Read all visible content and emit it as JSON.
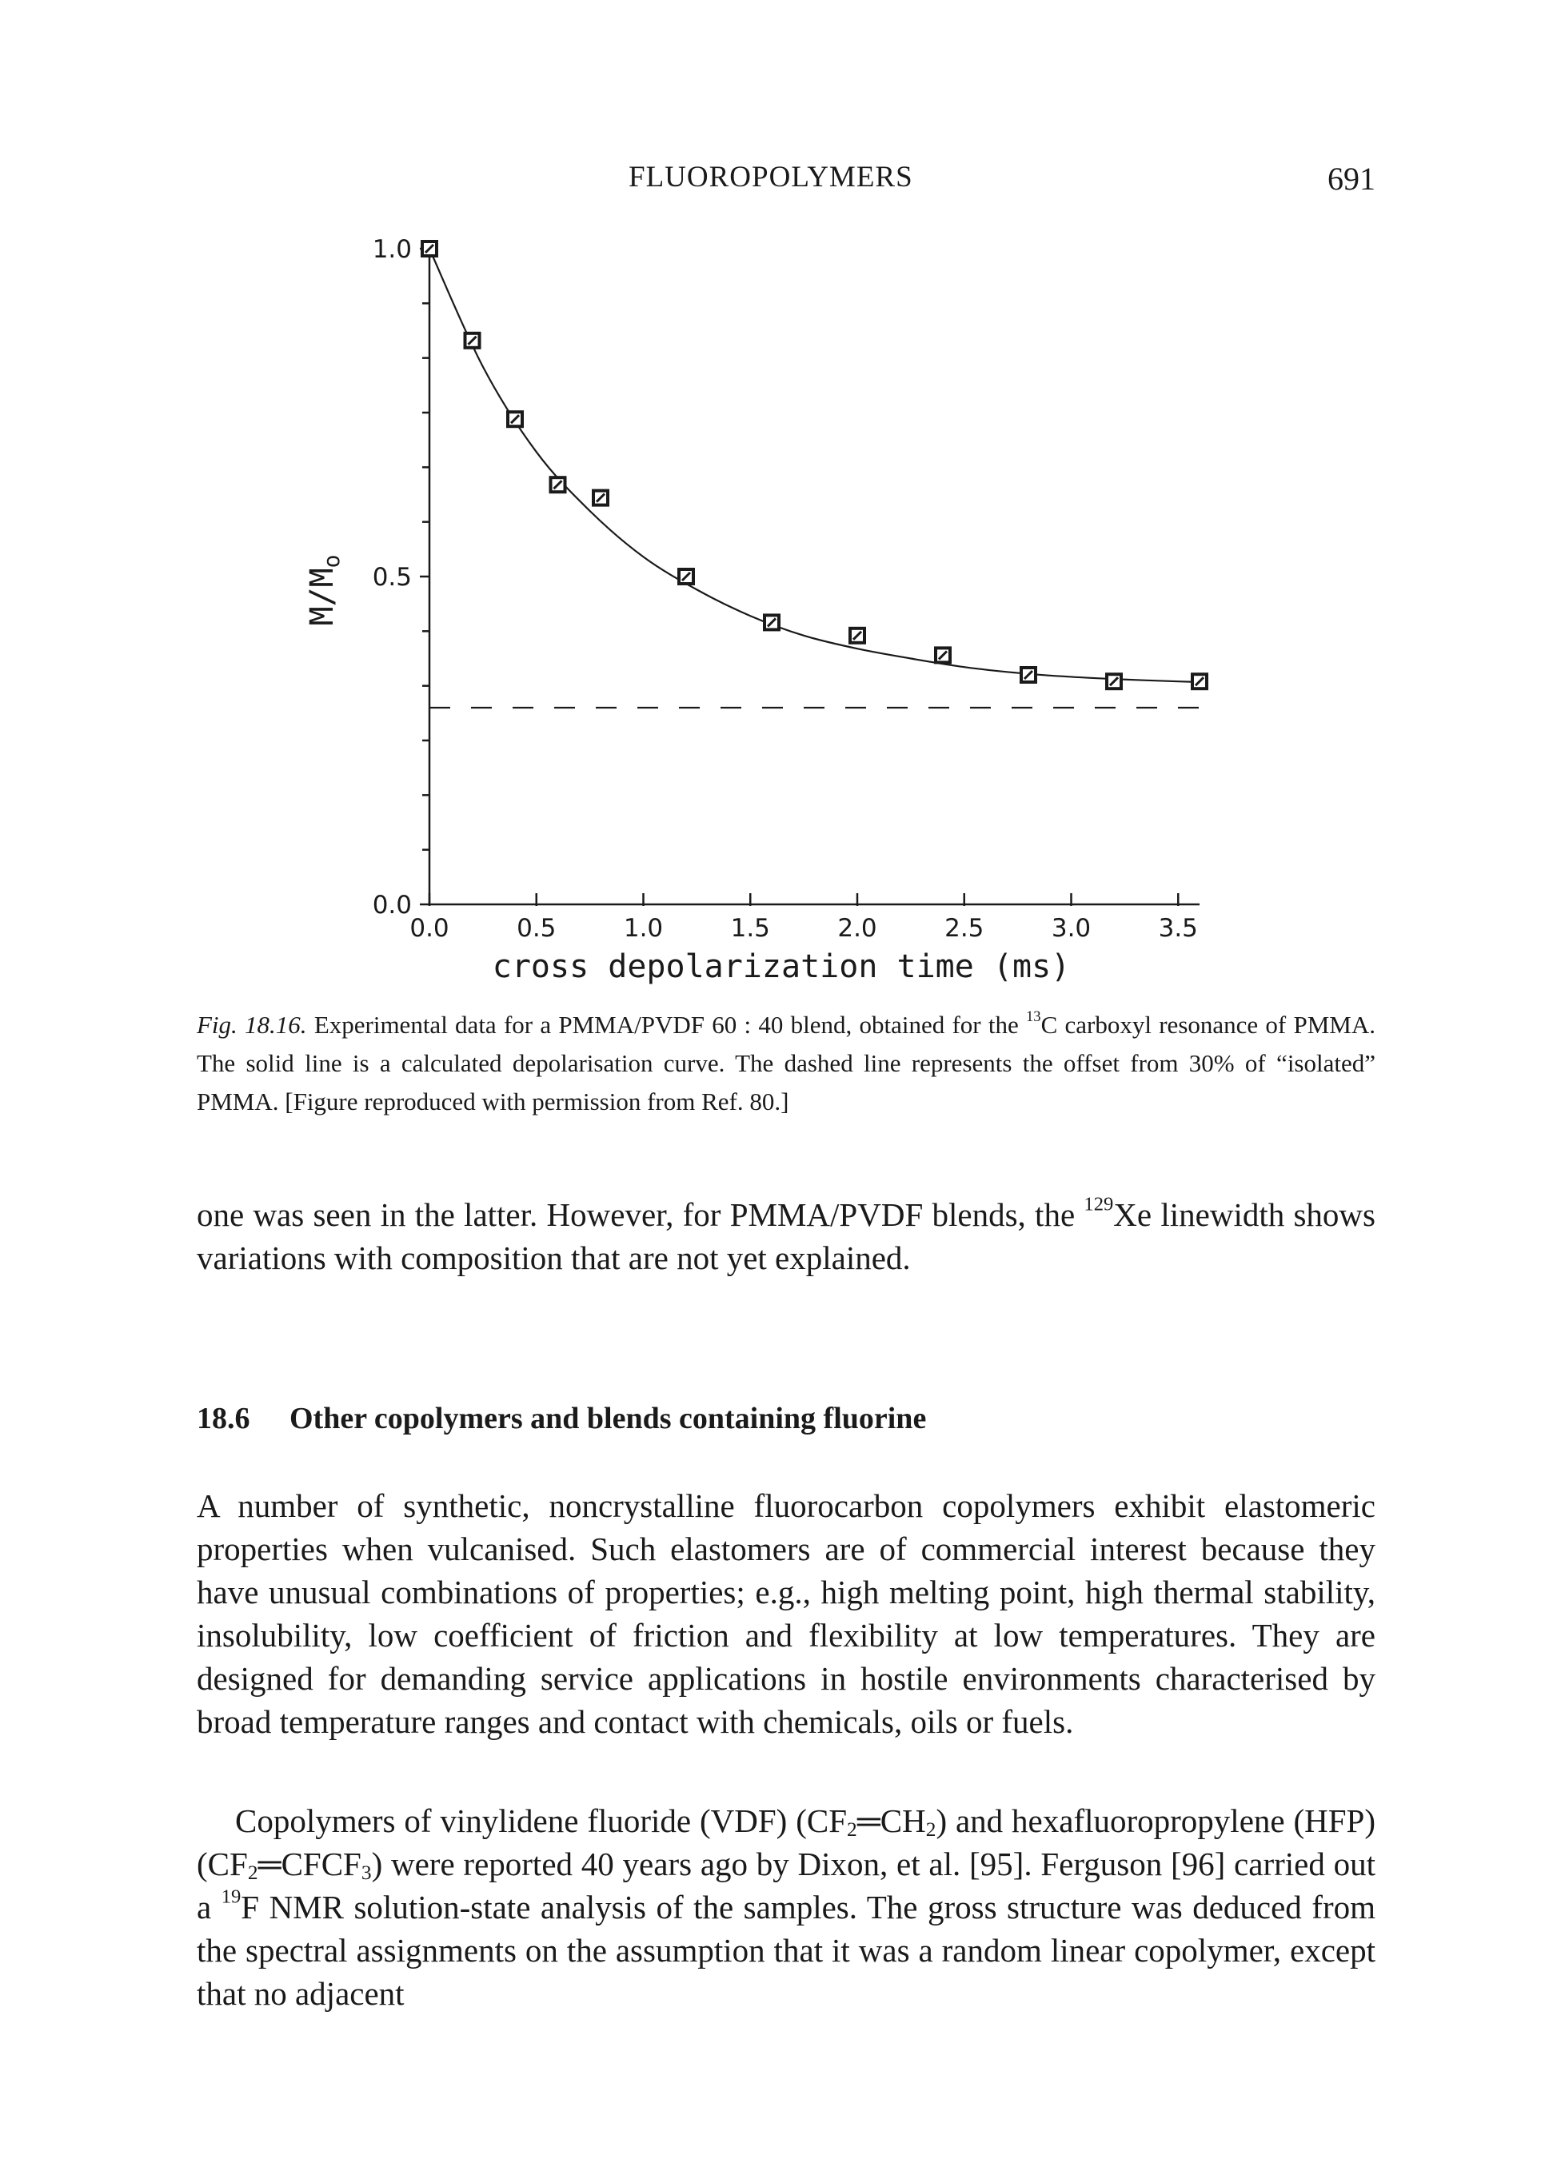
{
  "header": {
    "title": "FLUOROPOLYMERS",
    "page_number": "691"
  },
  "chart_data": {
    "type": "scatter",
    "xlabel": "cross depolarization time (ms)",
    "ylabel": "M/M",
    "ylabel_subscript": "o",
    "xlim": [
      0.0,
      3.6
    ],
    "ylim": [
      0.0,
      1.0
    ],
    "x_ticks": [
      0.0,
      0.5,
      1.0,
      1.5,
      2.0,
      2.5,
      3.0,
      3.5
    ],
    "x_tick_labels": [
      "0.0",
      "0.5",
      "1.0",
      "1.5",
      "2.0",
      "2.5",
      "3.0",
      "3.5"
    ],
    "y_tick_labels": [
      "0.0",
      "0.5",
      "1.0"
    ],
    "grid": false,
    "series": [
      {
        "style": "square markers",
        "x": [
          0.0,
          0.2,
          0.4,
          0.6,
          0.8,
          1.2,
          1.6,
          2.0,
          2.4,
          2.8,
          3.2,
          3.6
        ],
        "y": [
          1.0,
          0.86,
          0.74,
          0.64,
          0.62,
          0.5,
          0.43,
          0.41,
          0.38,
          0.35,
          0.34,
          0.34
        ]
      },
      {
        "style": "solid line",
        "x": [
          0.0,
          0.25,
          0.5,
          0.75,
          1.0,
          1.25,
          1.5,
          1.75,
          2.0,
          2.25,
          2.5,
          2.75,
          3.0,
          3.25,
          3.5,
          3.6
        ],
        "y": [
          1.0,
          0.82,
          0.69,
          0.6,
          0.53,
          0.48,
          0.44,
          0.41,
          0.39,
          0.375,
          0.362,
          0.353,
          0.347,
          0.343,
          0.34,
          0.339
        ]
      },
      {
        "style": "dashed line",
        "x": [
          0.0,
          3.6
        ],
        "y": [
          0.3,
          0.3
        ]
      }
    ]
  },
  "caption": {
    "label": "Fig. 18.16.",
    "part1": " Experimental data for a PMMA/PVDF 60 : 40 blend, obtained for the ",
    "sup": "13",
    "part2": "C carboxyl resonance of PMMA. The solid line is a calculated depolarisation curve. The dashed line represents the offset from 30% of “isolated” PMMA. [Figure reproduced with permission from Ref. 80.]"
  },
  "paragraph1": {
    "part1": "one was seen in the latter. However, for PMMA/PVDF blends, the ",
    "sup": "129",
    "part2": "Xe linewidth shows variations with composition that are not yet explained."
  },
  "section": {
    "number": "18.6",
    "title": "Other copolymers and blends containing fluorine"
  },
  "paragraph2": "A number of synthetic, noncrystalline fluorocarbon copolymers exhibit elastomeric properties when vulcanised. Such elastomers are of commercial interest because they have unusual combinations of properties; e.g., high melting point, high thermal stability, insolubility, low coefficient of friction and flexibility at low temperatures. They are designed for demanding service applications in hostile environments characterised by broad temperature ranges and contact with chemicals, oils or fuels.",
  "paragraph3": {
    "t1": "Copolymers of vinylidene fluoride (VDF) (CF",
    "s1": "2",
    "t2": "═CH",
    "s2": "2",
    "t3": ") and hexafluoropropylene (HFP) (CF",
    "s3": "2",
    "t4": "═CFCF",
    "s4": "3",
    "t5": ") were reported 40 years ago by Dixon, et al. [95]. Ferguson [96] carried out a ",
    "sup": "19",
    "t6": "F NMR solution-state analysis of the samples. The gross structure was deduced from the spectral assignments on the assumption that it was a random linear copolymer, except that no adjacent"
  }
}
